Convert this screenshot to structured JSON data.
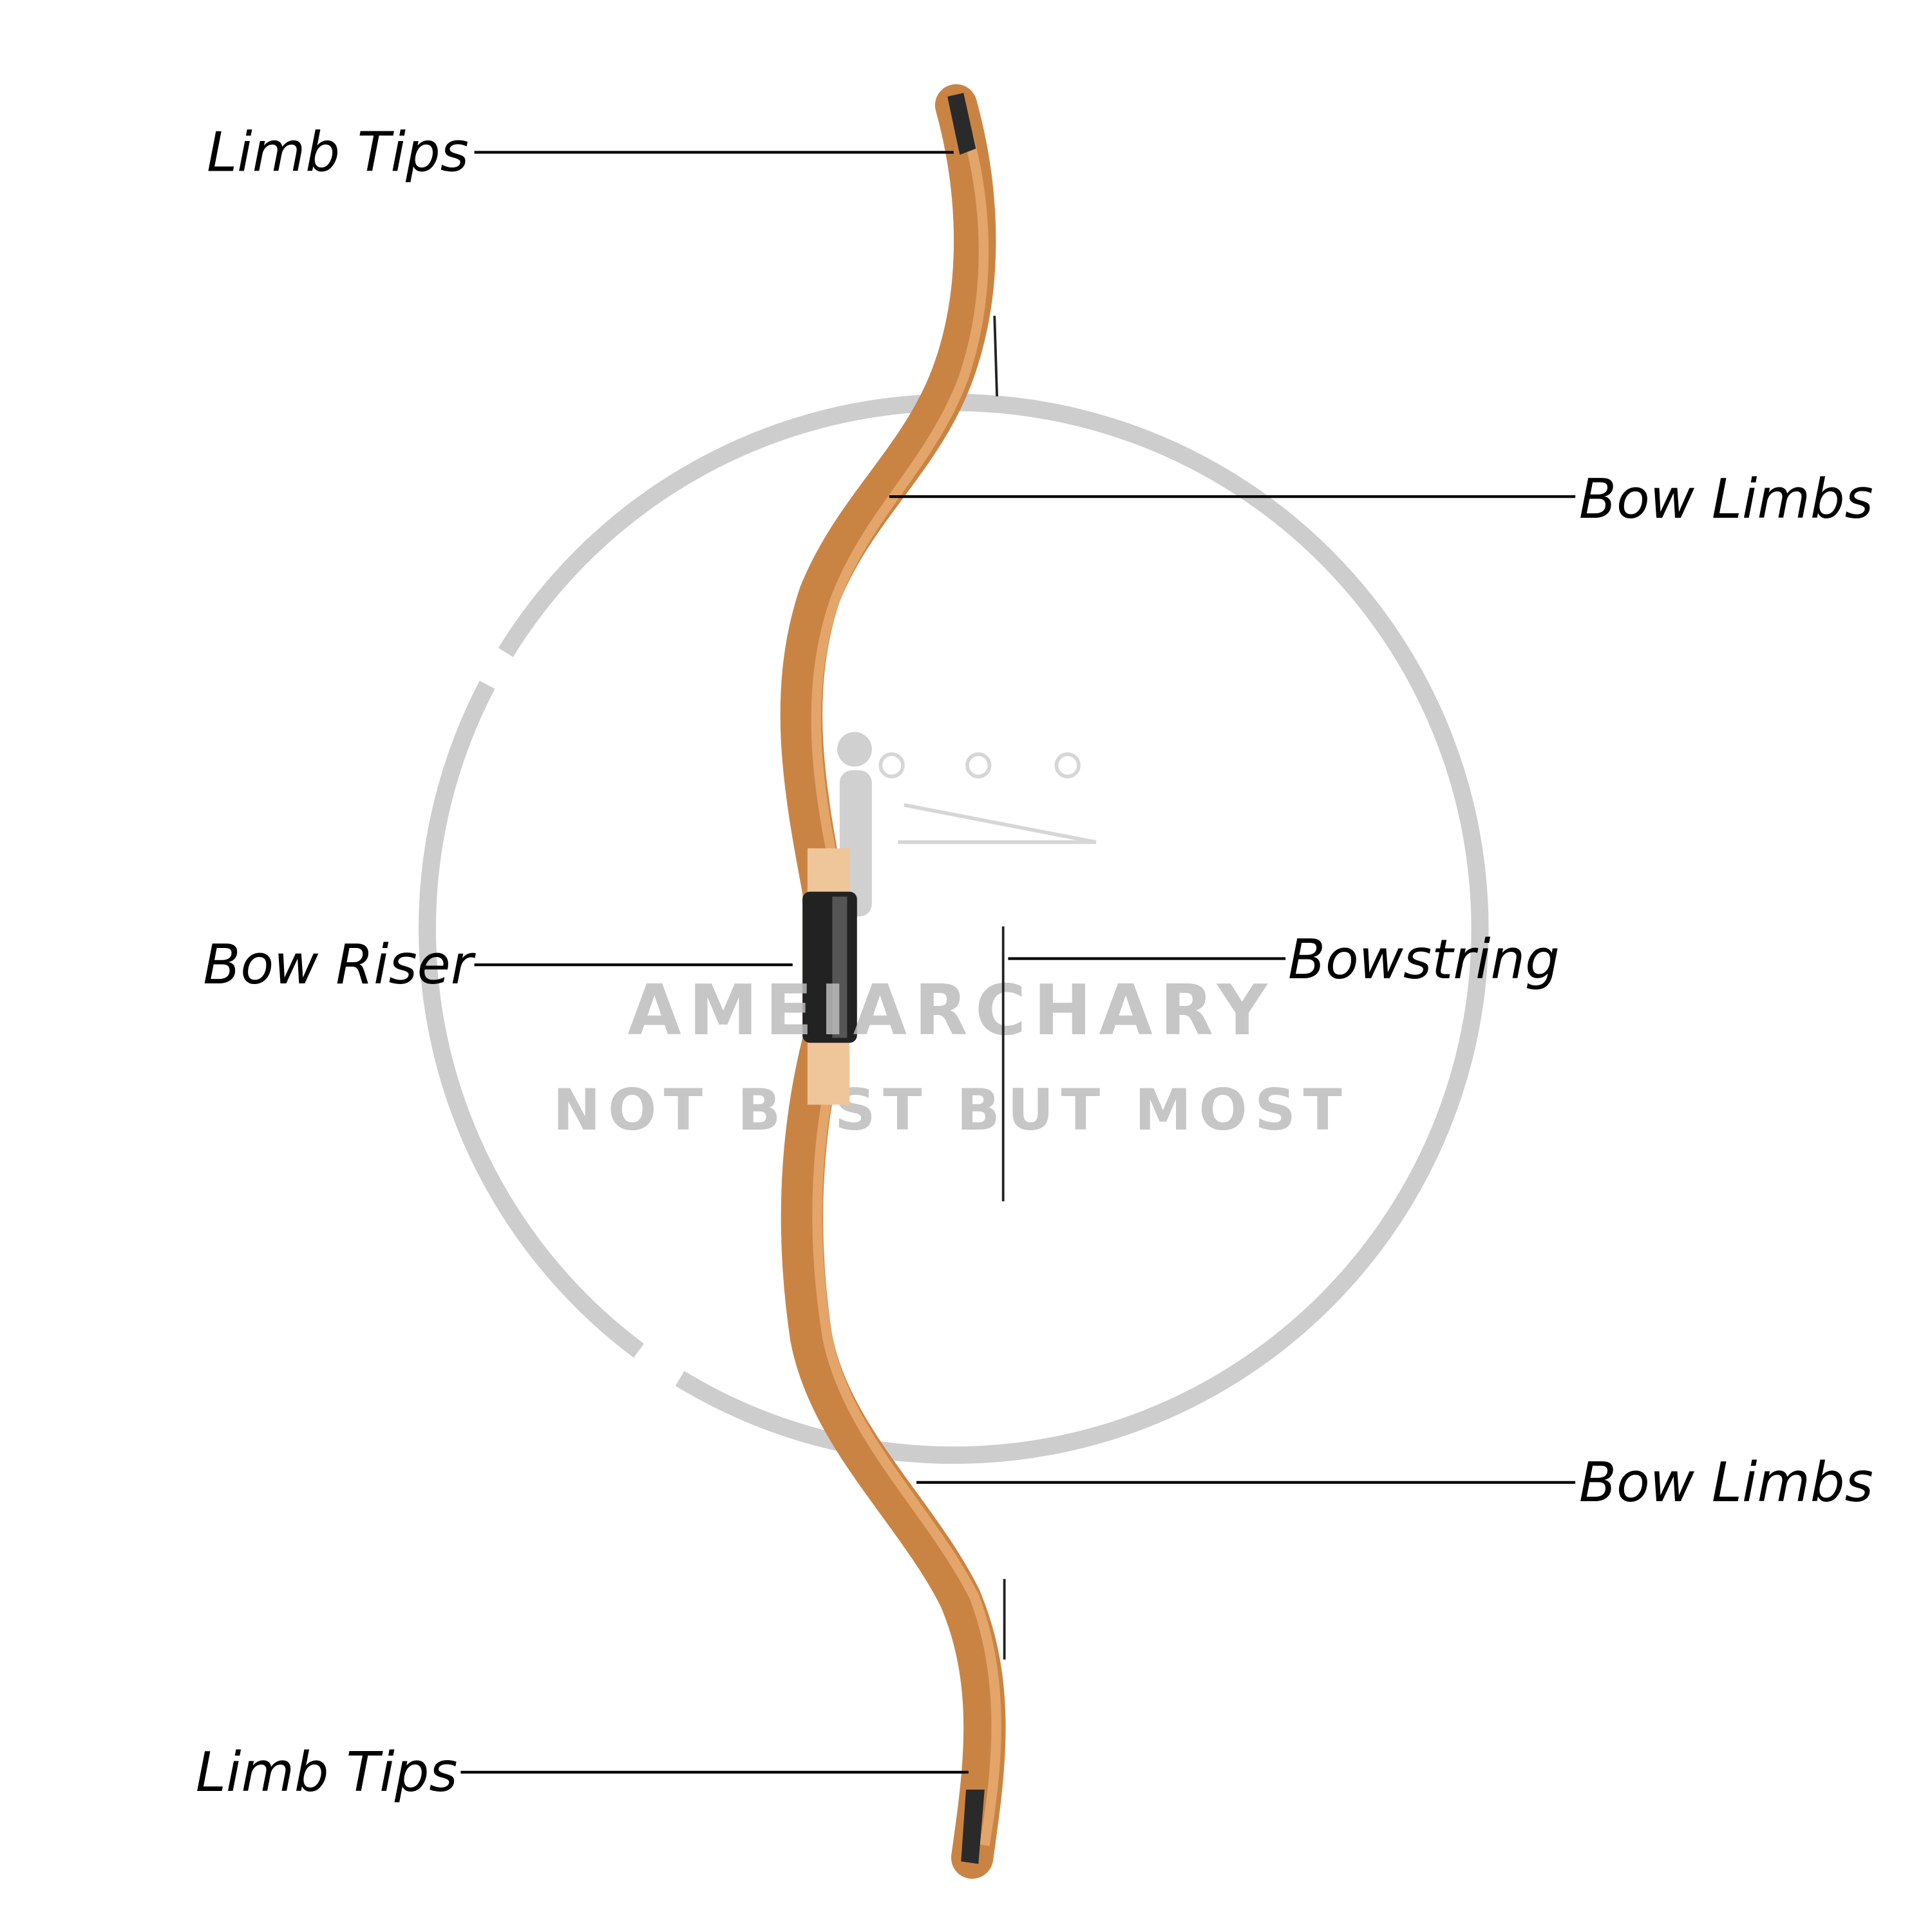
{
  "labels": {
    "limb_tips_top": "Limb Tips",
    "bow_limbs_top": "Bow Limbs",
    "bow_riser": "Bow Riser",
    "bowstring": "Bowstring",
    "bow_limbs_bottom": "Bow Limbs",
    "limb_tips_bottom": "Limb Tips"
  },
  "watermark": {
    "brand": "AMEIARCHARY",
    "slogan": "NOT BEST BUT MOST"
  },
  "colors": {
    "wood": "#c98444",
    "wood_light": "#e0a66a",
    "grip": "#222222",
    "watermark": "#bdbdbd"
  }
}
